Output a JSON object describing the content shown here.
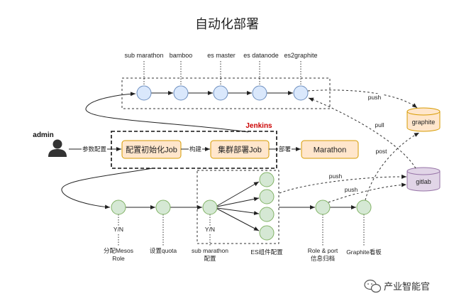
{
  "title": "自动化部署",
  "actor": {
    "name": "admin"
  },
  "top_row": {
    "labels": [
      "sub marathon",
      "bamboo",
      "es master",
      "es datanode",
      "es2graphite"
    ]
  },
  "jenkins": {
    "label": "Jenkins",
    "jobs": [
      "配置初始化Job",
      "集群部署Job"
    ],
    "target": "Marathon"
  },
  "edges": {
    "param": "参数配置",
    "build": "构建",
    "deploy": "部署",
    "push_graphite": "push",
    "pull_gitlab": "pull",
    "post_graphite": "post",
    "push_gitlab_es": "push",
    "push_gitlab_role": "push"
  },
  "stores": {
    "graphite": "graphite",
    "gitlab": "gitlab"
  },
  "bottom_row": {
    "yn": [
      "Y/N",
      "Y/N"
    ],
    "steps": [
      {
        "line1": "分配Mesos",
        "line2": "Role"
      },
      {
        "line1": "设置quota"
      },
      {
        "line1": "sub marathon",
        "line2": "配置"
      },
      {
        "line1": "ES组件配置"
      },
      {
        "line1": "Role & port",
        "line2": "信息归档"
      },
      {
        "line1": "Graphite看板"
      }
    ]
  },
  "watermark": {
    "brand": "产业智能官"
  },
  "colors": {
    "top_node": "#dae8fc",
    "bottom_node": "#d5e8d4",
    "job_box": "#ffe6cc",
    "graphite_store": "#ffe6cc",
    "gitlab_store": "#e1d5e7",
    "jenkins_label": "#cc0000"
  }
}
